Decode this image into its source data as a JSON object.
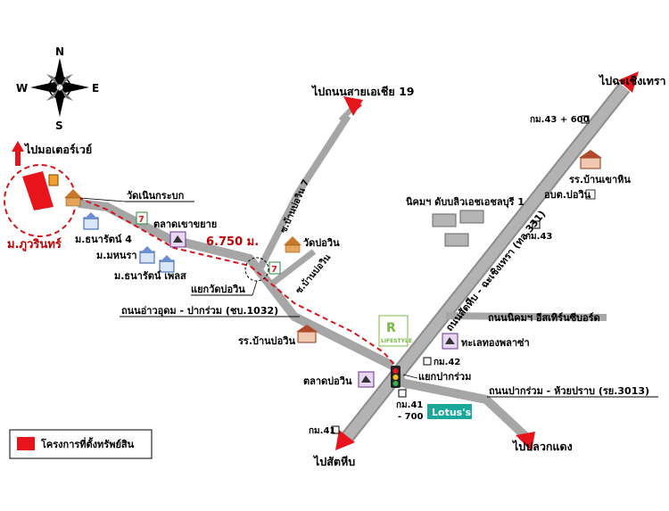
{
  "compass": {
    "n": "N",
    "s": "S",
    "e": "E",
    "w": "W"
  },
  "destinations": {
    "motorway": "ไปมอเตอร์เวย์",
    "soi19": "ไปถนนสายเอเชีย 19",
    "chachoengsao": "ไปฉะเชิงเทรา",
    "sattahip": "ไปสัตหีบ",
    "pluak_daeng": "ไปปลวกแดง"
  },
  "roads": {
    "main_highway": "ถนนสัตหีบ - ฉะเชิงเทรา (ทล.331)",
    "nong_ao_udom": "ถนนอ่าวอุดม - ปากร่วม (ชบ.1032)",
    "pak_ruam_huai_prap": "ถนนปากร่วม - ห้วยปราบ (รย.3013)",
    "industrial": "ถนนนิคมฯ อีสเทิร์นซีบอร์ด",
    "soi_bo_win_7": "ซ.บ้านบ่อวิน 7",
    "soi_bo_win": "ซ.บ้านบ่อวิน"
  },
  "places": {
    "project": "ม.ภูวรินทร์",
    "wat_hin_krabok": "วัดเนินกระบก",
    "talat_khao_khayai": "ตลาดเขาขยาย",
    "thanarat_4": "ม.ธนารัตน์ 4",
    "mahanakhon": "ม.มหนรา",
    "thanarat_place": "ม.ธนารัตน์ เพลส",
    "wat_bo_win": "วัดบ่อวิน",
    "yaek_bo_win": "แยกวัดบ่อวิน",
    "school_bo_win": "รร.บ้านบ่อวิน",
    "estate": "นิคมฯ ดับบลิวเอชเอชลบุรี 1",
    "school_khao_hin": "รร.บ้านเขาหิน",
    "obt": "อบต.บ่อวิน",
    "plaza": "ทะเลทองพลาซ่า",
    "lifestyle": "LIFESTYLE",
    "talat_bo_win": "ตลาดบ่อวิน",
    "yaek_pak_ruam": "แยกปากร่วม",
    "lotus": "Lotus's"
  },
  "km_markers": {
    "km43_600": "กม.43 + 600",
    "km43": "กม.43",
    "km42": "กม.42",
    "km41_700_a": "กม.41",
    "km41_700_b": "- 700",
    "km41": "กม.41"
  },
  "distance": "6.750 ม.",
  "legend": {
    "label": "โครงการที่ตั้งทรัพย์สิน",
    "color": "#e8141c"
  },
  "colors": {
    "road": "#a6a6a6",
    "road_edge": "#8c8c8c",
    "arrow": "#e8141c",
    "route": "#d9141c"
  }
}
